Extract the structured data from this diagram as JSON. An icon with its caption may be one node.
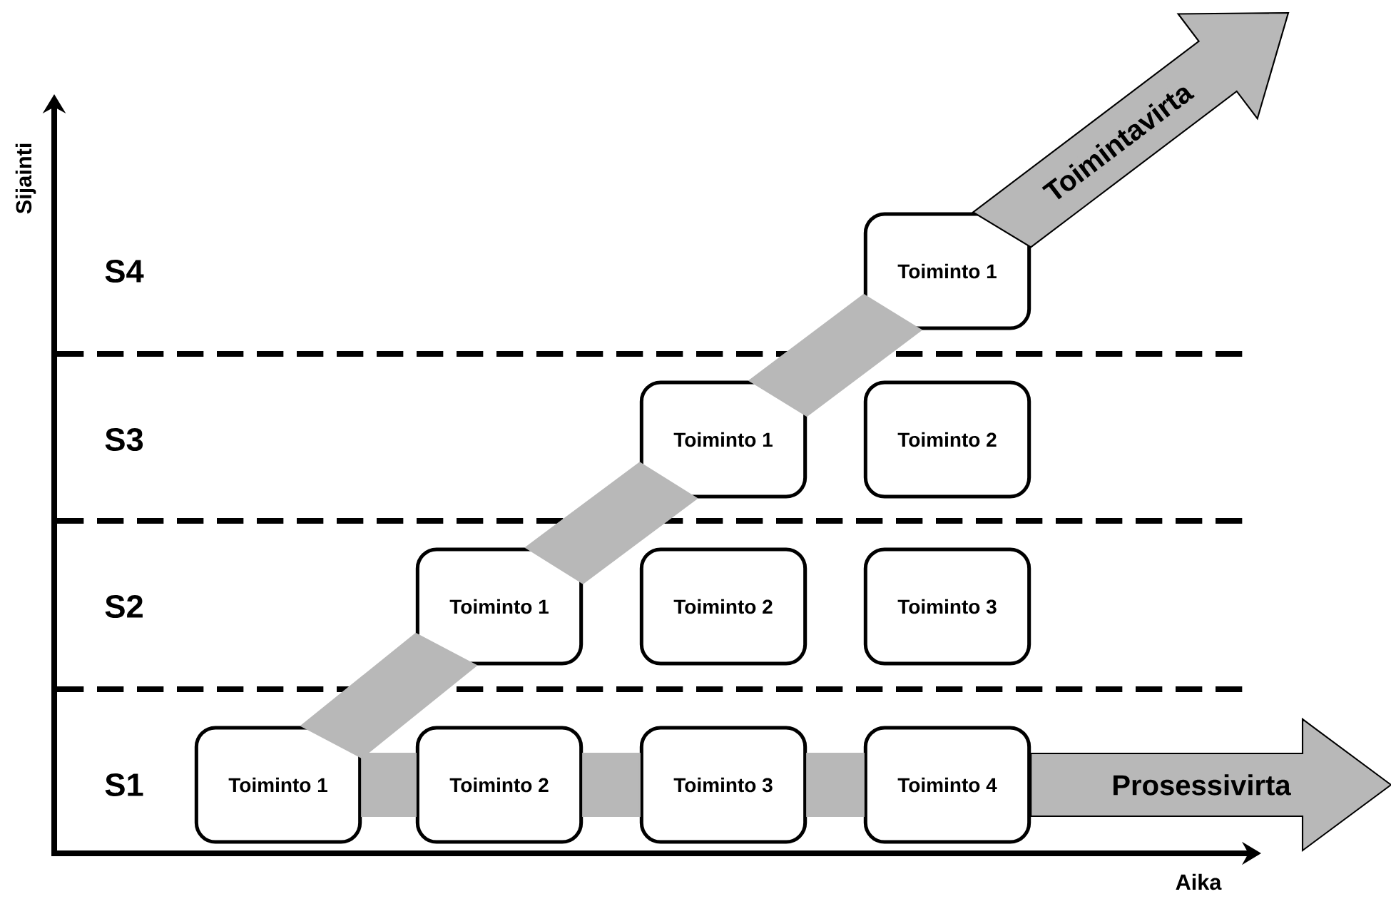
{
  "diagram": {
    "nodes": [
      {
        "text": [
          "Toiminto 1"
        ]
      },
      {
        "text": [
          "Toiminto 1"
        ]
      },
      {
        "text": [
          "Toiminto 2"
        ]
      },
      {
        "text": [
          "Toiminto 1"
        ]
      },
      {
        "text": [
          "Toiminto 2"
        ]
      },
      {
        "text": [
          "Toiminto 3"
        ]
      },
      {
        "text": [
          "Toiminto 1"
        ]
      },
      {
        "text": [
          "Toiminto 2"
        ]
      },
      {
        "text": [
          "Toiminto 3"
        ]
      },
      {
        "text": [
          "Toiminto 4"
        ]
      }
    ],
    "edges": [
      {
        "from": 6,
        "to": 3,
        "arrow": "none",
        "style": "thick"
      },
      {
        "from": 3,
        "to": 1,
        "arrow": "none",
        "style": "thick"
      },
      {
        "from": 1,
        "to": 0,
        "arrow": "none",
        "style": "thick"
      },
      {
        "from": 0,
        "to": null,
        "arrow": "to",
        "style": "thick",
        "label": "Toimintavirta"
      },
      {
        "from": 6,
        "to": 7,
        "arrow": "none",
        "style": "thick"
      },
      {
        "from": 7,
        "to": 8,
        "arrow": "none",
        "style": "thick"
      },
      {
        "from": 8,
        "to": 9,
        "arrow": "none",
        "style": "thick"
      },
      {
        "from": 9,
        "to": null,
        "arrow": "to",
        "style": "thick",
        "label": "Prosessivirta"
      }
    ],
    "labels": [
      "Sijainti",
      "S4",
      "S3",
      "S2",
      "S1",
      "Aika"
    ]
  }
}
